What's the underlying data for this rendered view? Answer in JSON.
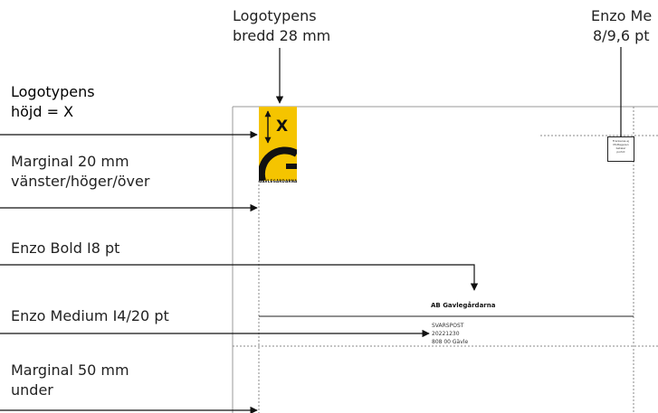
{
  "labels": {
    "logo_width": [
      "Logotypens",
      "bredd 28 mm"
    ],
    "top_right": [
      "Enzo Me",
      "8/9,6 pt"
    ],
    "logo_height": [
      "Logotypens",
      "höjd = X"
    ],
    "margin_sides": [
      "Marginal 20 mm",
      "vänster/höger/över"
    ],
    "bold_font": "Enzo Bold I8 pt",
    "medium_font": "Enzo Medium I4/20 pt",
    "margin_bottom": [
      "Marginal 50 mm",
      "under"
    ]
  },
  "logo": {
    "x_mark": "X",
    "name": "GAVLEGÅRDARNA",
    "color": "#f5c400"
  },
  "stamp": [
    "Frankeras ej",
    "Mottagaren",
    "betalar",
    "portot"
  ],
  "address": {
    "company": "AB Gavlegårdarna",
    "lines": [
      "SVARSPOST",
      "20221230",
      "808 00 Gävle"
    ]
  }
}
